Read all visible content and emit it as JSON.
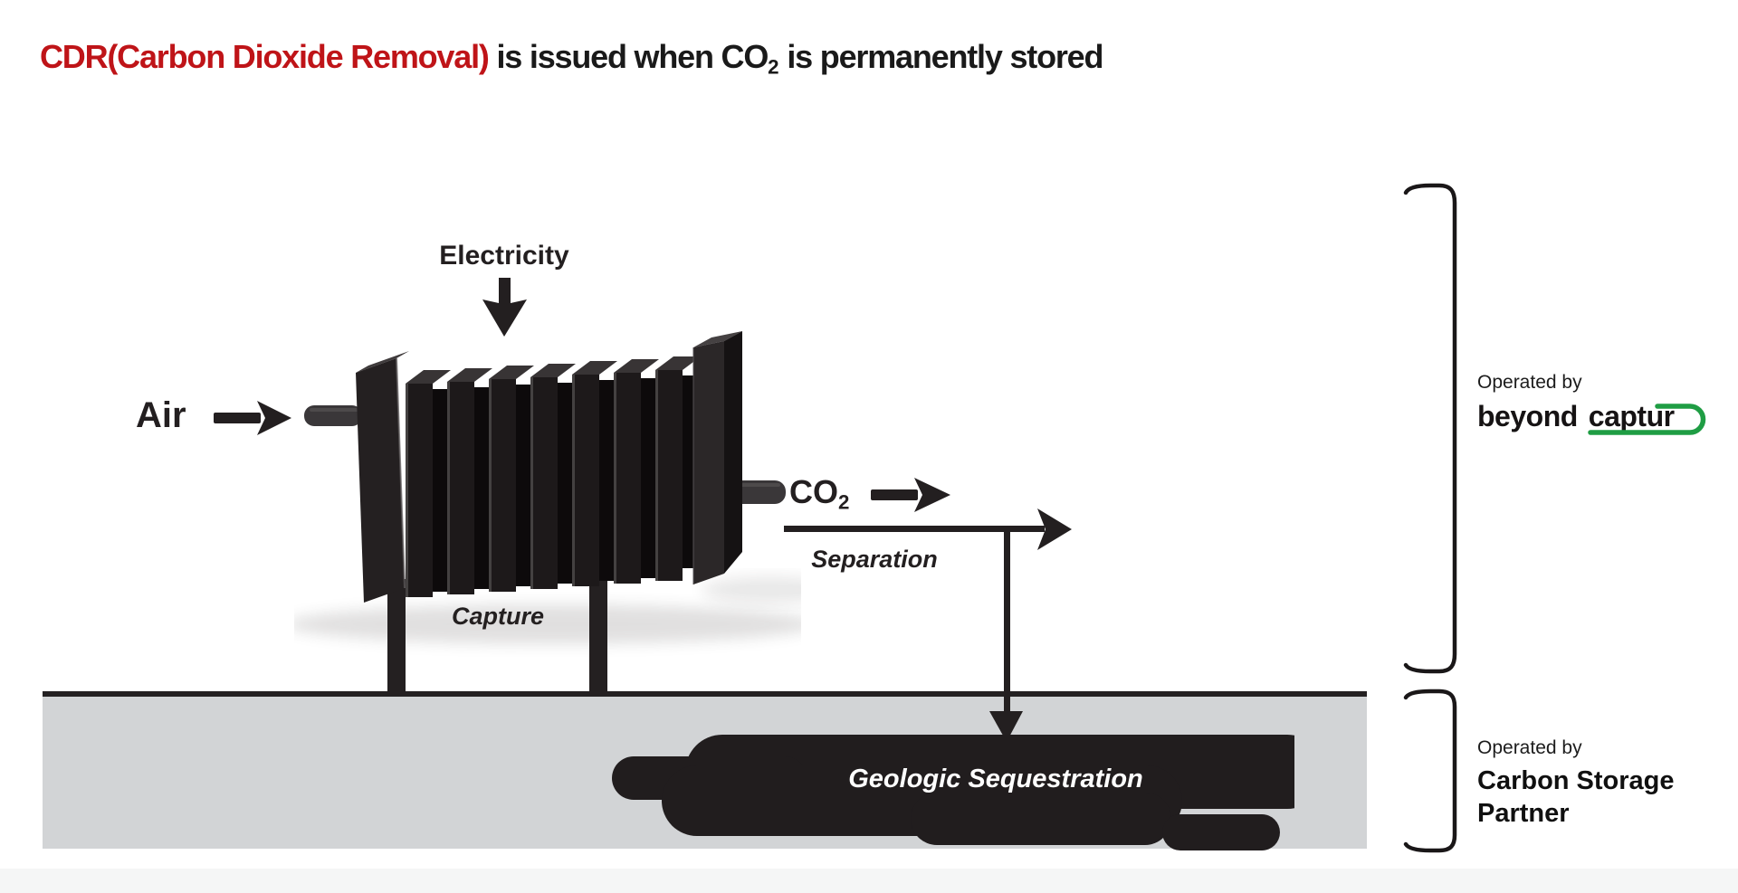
{
  "title": {
    "red": "CDR(Carbon Dioxide Removal)",
    "mid": " is issued when CO",
    "sub": "2",
    "end": " is permanently stored"
  },
  "diagram": {
    "electricity_label": "Electricity",
    "air_label": "Air",
    "co2_label": "CO",
    "co2_sub": "2",
    "separation_label": "Separation",
    "capture_label": "Capture",
    "sequestration_label": "Geologic Sequestration"
  },
  "operators": {
    "capture_operator": {
      "prefix": "Operated by",
      "brand_first": "beyond",
      "brand_second": "captur"
    },
    "storage_operator": {
      "prefix": "Operated by",
      "name_line1": "Carbon Storage",
      "name_line2": "Partner"
    }
  },
  "icons": {
    "electricity-arrow-icon": "thick down arrow",
    "air-arrow-icon": "thick right dart arrow",
    "co2-arrow-icon": "thick right dart arrow",
    "separation-flow-arrow-icon": "right arrow with downward branch into ground",
    "beyond-captur-bracket-icon": "right square bracket spanning capture section",
    "storage-partner-bracket-icon": "right square bracket spanning storage section",
    "brand-swoosh-icon": "green underline looping around final r"
  },
  "colors": {
    "accent_red": "#bf1418",
    "brand_green": "#1f9d44",
    "ink": "#231f20",
    "ground_gray": "#d2d4d6",
    "ground_line": "#242122",
    "reservoir_dark": "#211d1e"
  }
}
